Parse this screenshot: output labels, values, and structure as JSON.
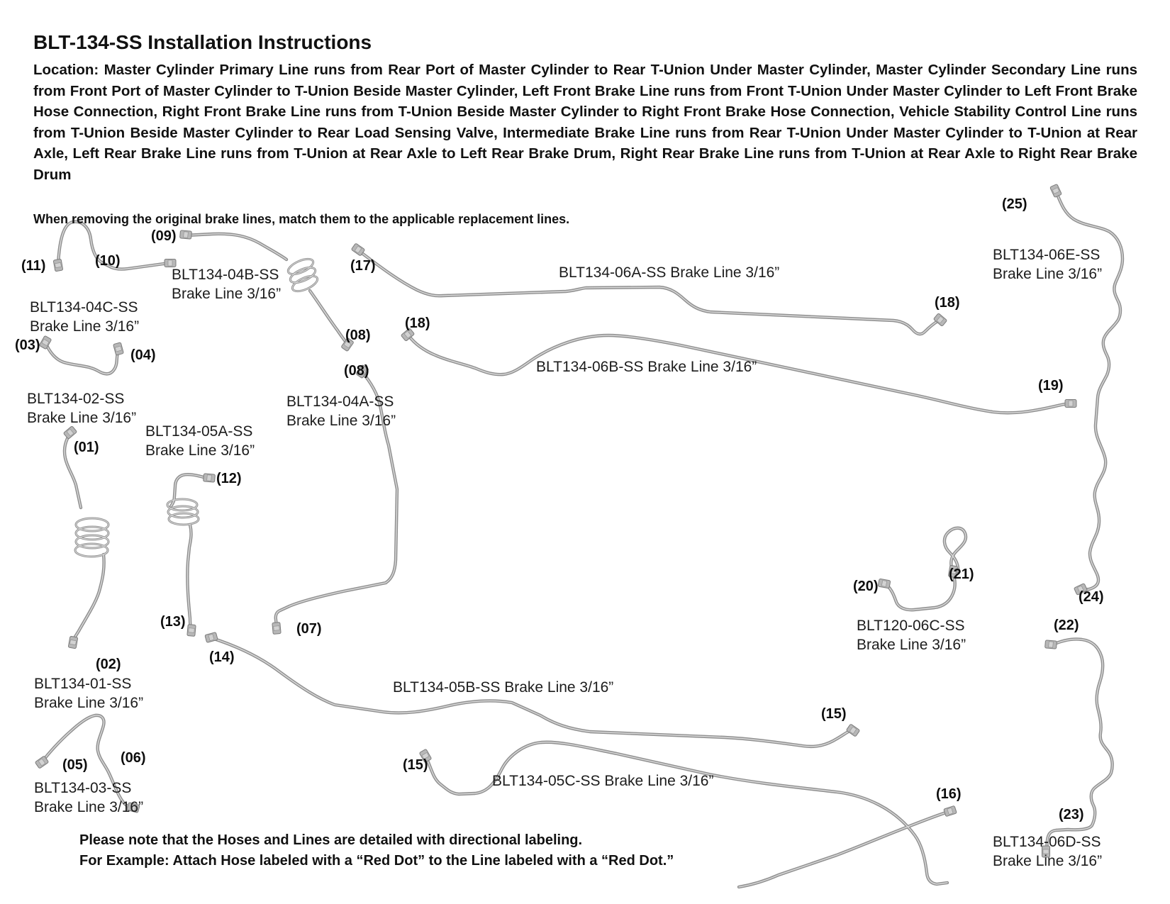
{
  "title": "BLT-134-SS Installation Instructions",
  "location_paragraph": "Location: Master Cylinder Primary Line runs from Rear Port of Master Cylinder to Rear T-Union Under Master Cylinder, Master Cylinder Secondary Line runs from Front Port of Master Cylinder to T-Union Beside Master Cylinder, Left Front Brake Line runs from Front T-Union Under Master Cylinder to Left Front Brake Hose Connection, Right Front Brake Line runs from T-Union Beside Master Cylinder to Right Front Brake Hose Connection, Vehicle Stability Control Line runs from T-Union Beside Master Cylinder to Rear Load Sensing Valve, Intermediate Brake Line runs from Rear T-Union Under Master Cylinder to T-Union at Rear Axle, Left Rear Brake Line runs from T-Union at Rear Axle to Left Rear Brake Drum, Right Rear Brake Line runs from T-Union at Rear Axle to Right Rear Brake Drum",
  "match_note": "When removing the original brake lines, match them to the applicable replacement lines.",
  "bottom_notes": [
    "Please note that the Hoses and Lines are detailed with directional labeling.",
    "For Example: Attach Hose labeled with a “Red Dot” to the Line labeled with a “Red Dot.”"
  ],
  "line_color": "#909090",
  "parts": [
    {
      "part_number": "BLT134-01-SS",
      "description": "Brake Line 3/16”",
      "callouts": [
        "(01)",
        "(02)"
      ]
    },
    {
      "part_number": "BLT134-02-SS",
      "description": "Brake Line 3/16”",
      "callouts": [
        "(03)",
        "(04)"
      ]
    },
    {
      "part_number": "BLT134-03-SS",
      "description": "Brake Line 3/16”",
      "callouts": [
        "(05)",
        "(06)"
      ]
    },
    {
      "part_number": "BLT134-04A-SS",
      "description": "Brake Line 3/16”",
      "callouts": [
        "(08)",
        "(07)"
      ]
    },
    {
      "part_number": "BLT134-04B-SS",
      "description": "Brake Line 3/16”",
      "callouts": [
        "(09)",
        "(08)"
      ]
    },
    {
      "part_number": "BLT134-04C-SS",
      "description": "Brake Line 3/16”",
      "callouts": [
        "(11)",
        "(10)"
      ]
    },
    {
      "part_number": "BLT134-05A-SS",
      "description": "Brake Line 3/16”",
      "callouts": [
        "(12)",
        "(13)"
      ]
    },
    {
      "part_number": "BLT134-05B-SS",
      "description": "Brake Line 3/16”",
      "callouts": [
        "(14)",
        "(15)"
      ]
    },
    {
      "part_number": "BLT134-05C-SS",
      "description": "Brake Line 3/16”",
      "callouts": [
        "(15)",
        "(16)"
      ]
    },
    {
      "part_number": "BLT120-06C-SS",
      "description": "Brake Line 3/16”",
      "callouts": [
        "(20)",
        "(21)"
      ]
    },
    {
      "part_number": "BLT134-06A-SS",
      "description": "Brake Line 3/16”",
      "callouts": [
        "(17)",
        "(18)"
      ]
    },
    {
      "part_number": "BLT134-06B-SS",
      "description": "Brake Line 3/16”",
      "callouts": [
        "(18)",
        "(19)"
      ]
    },
    {
      "part_number": "BLT134-06D-SS",
      "description": "Brake Line 3/16”",
      "callouts": [
        "(22)",
        "(23)"
      ]
    },
    {
      "part_number": "BLT134-06E-SS",
      "description": "Brake Line 3/16”",
      "callouts": [
        "(25)",
        "(24)"
      ]
    }
  ]
}
